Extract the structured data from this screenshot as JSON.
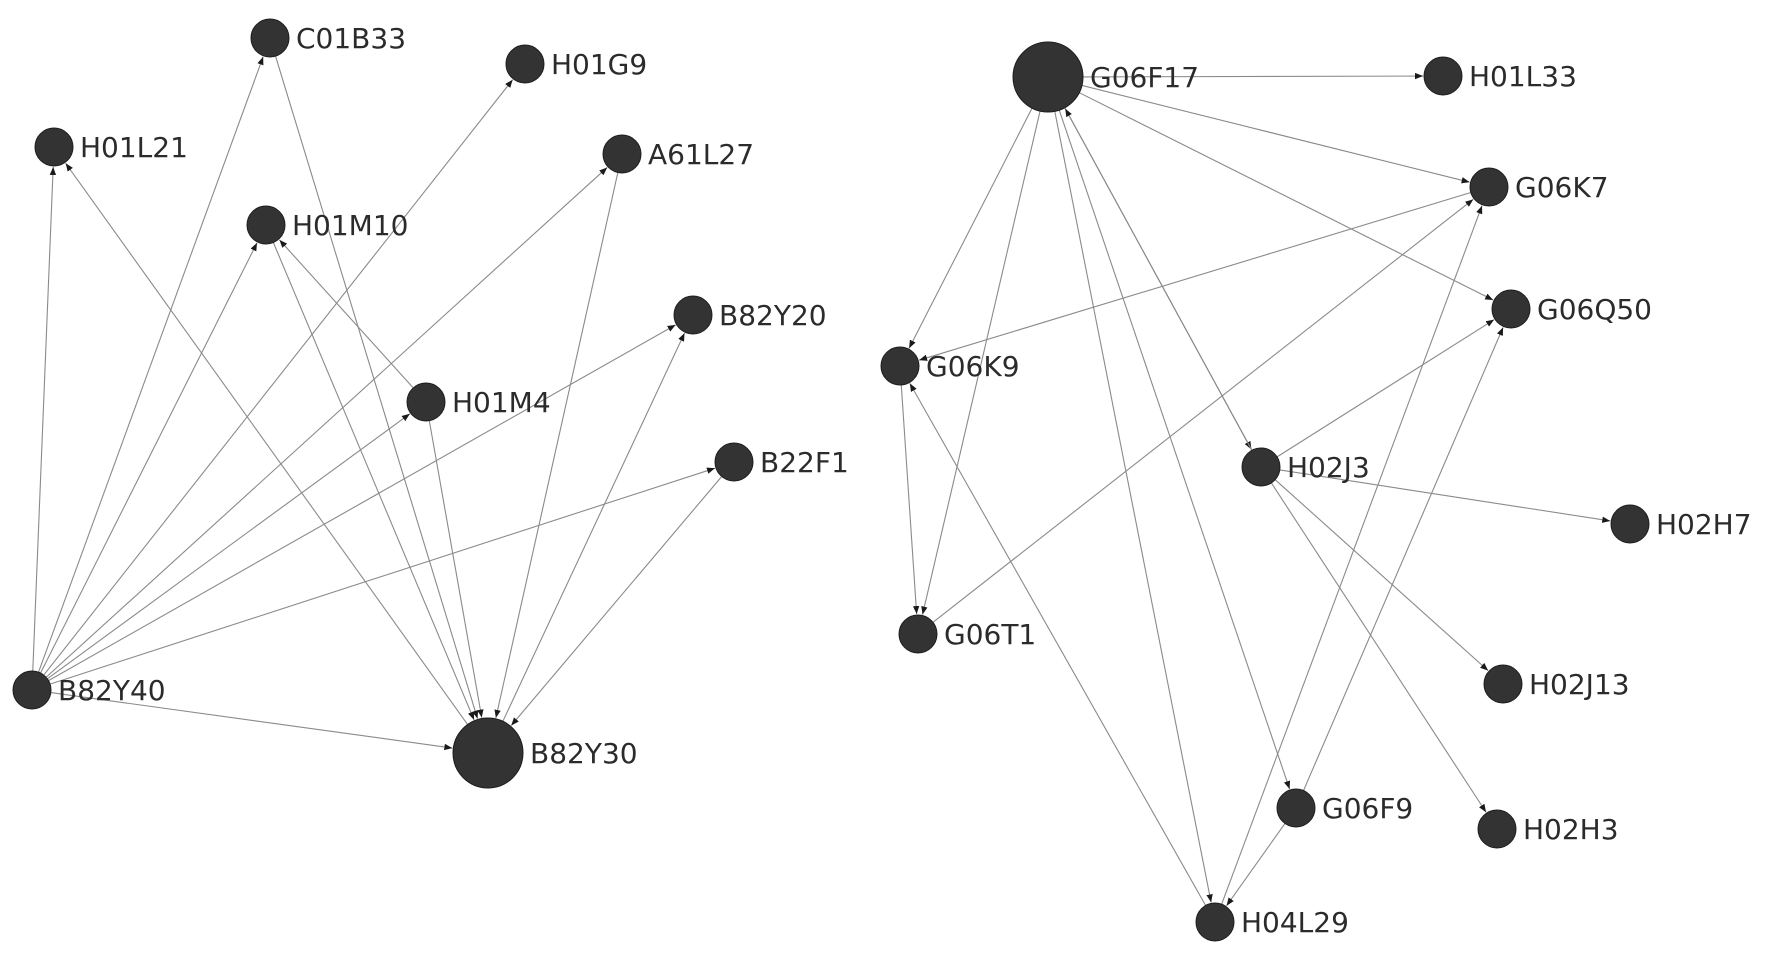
{
  "nodes": [
    {
      "id": "C01B33",
      "label": "C01B33",
      "size": "small"
    },
    {
      "id": "H01G9",
      "label": "H01G9",
      "size": "small"
    },
    {
      "id": "H01L21",
      "label": "H01L21",
      "size": "small"
    },
    {
      "id": "A61L27",
      "label": "A61L27",
      "size": "small"
    },
    {
      "id": "H01M10",
      "label": "H01M10",
      "size": "small"
    },
    {
      "id": "B82Y20",
      "label": "B82Y20",
      "size": "small"
    },
    {
      "id": "H01M4",
      "label": "H01M4",
      "size": "small"
    },
    {
      "id": "B22F1",
      "label": "B22F1",
      "size": "small"
    },
    {
      "id": "B82Y40",
      "label": "B82Y40",
      "size": "small"
    },
    {
      "id": "B82Y30",
      "label": "B82Y30",
      "size": "large"
    },
    {
      "id": "G06F17",
      "label": "G06F17",
      "size": "large"
    },
    {
      "id": "H01L33",
      "label": "H01L33",
      "size": "small"
    },
    {
      "id": "G06K7",
      "label": "G06K7",
      "size": "small"
    },
    {
      "id": "G06Q50",
      "label": "G06Q50",
      "size": "small"
    },
    {
      "id": "G06K9",
      "label": "G06K9",
      "size": "small"
    },
    {
      "id": "H02J3",
      "label": "H02J3",
      "size": "small"
    },
    {
      "id": "H02H7",
      "label": "H02H7",
      "size": "small"
    },
    {
      "id": "G06T1",
      "label": "G06T1",
      "size": "small"
    },
    {
      "id": "H02J13",
      "label": "H02J13",
      "size": "small"
    },
    {
      "id": "G06F9",
      "label": "G06F9",
      "size": "small"
    },
    {
      "id": "H02H3",
      "label": "H02H3",
      "size": "small"
    },
    {
      "id": "H04L29",
      "label": "H04L29",
      "size": "small"
    }
  ],
  "edges": [
    {
      "from": "B82Y40",
      "to": "H01L21"
    },
    {
      "from": "B82Y40",
      "to": "C01B33"
    },
    {
      "from": "B82Y40",
      "to": "H01M10"
    },
    {
      "from": "B82Y40",
      "to": "A61L27"
    },
    {
      "from": "B82Y40",
      "to": "H01M4"
    },
    {
      "from": "B82Y40",
      "to": "B22F1"
    },
    {
      "from": "B82Y40",
      "to": "B82Y30"
    },
    {
      "from": "B82Y40",
      "to": "H01G9"
    },
    {
      "from": "B82Y40",
      "to": "B82Y20"
    },
    {
      "from": "B82Y30",
      "to": "H01L21"
    },
    {
      "from": "B82Y30",
      "to": "B82Y20"
    },
    {
      "from": "C01B33",
      "to": "B82Y30"
    },
    {
      "from": "H01M10",
      "to": "B82Y30"
    },
    {
      "from": "H01M4",
      "to": "H01M10"
    },
    {
      "from": "H01M4",
      "to": "B82Y30"
    },
    {
      "from": "A61L27",
      "to": "B82Y30"
    },
    {
      "from": "B22F1",
      "to": "B82Y30"
    },
    {
      "from": "G06F17",
      "to": "H01L33"
    },
    {
      "from": "G06F17",
      "to": "G06K7"
    },
    {
      "from": "G06F17",
      "to": "G06Q50"
    },
    {
      "from": "G06F17",
      "to": "G06K9"
    },
    {
      "from": "G06F17",
      "to": "G06T1"
    },
    {
      "from": "G06F17",
      "to": "H02J3"
    },
    {
      "from": "G06F17",
      "to": "G06F9"
    },
    {
      "from": "G06F17",
      "to": "H04L29"
    },
    {
      "from": "G06K7",
      "to": "G06K9"
    },
    {
      "from": "G06K9",
      "to": "G06T1"
    },
    {
      "from": "G06T1",
      "to": "G06K7"
    },
    {
      "from": "H02J3",
      "to": "G06F17"
    },
    {
      "from": "H02J3",
      "to": "G06Q50"
    },
    {
      "from": "H02J3",
      "to": "H02H7"
    },
    {
      "from": "H02J3",
      "to": "H02J13"
    },
    {
      "from": "H02J3",
      "to": "H02H3"
    },
    {
      "from": "G06F9",
      "to": "G06Q50"
    },
    {
      "from": "G06F9",
      "to": "H04L29"
    },
    {
      "from": "H04L29",
      "to": "G06K9"
    },
    {
      "from": "H04L29",
      "to": "G06K7"
    }
  ]
}
